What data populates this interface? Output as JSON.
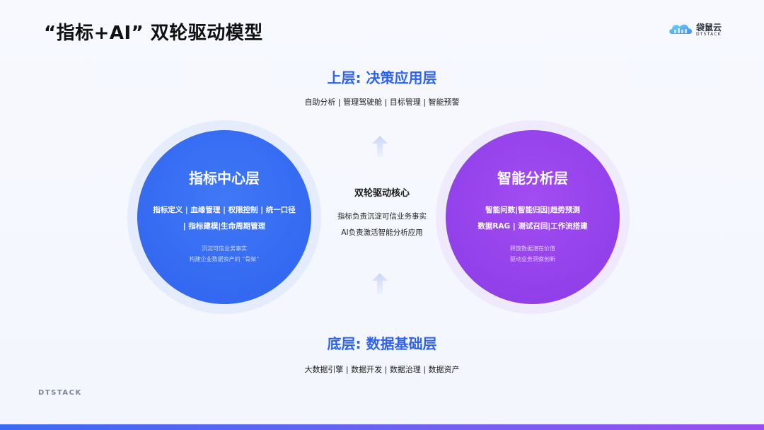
{
  "slide": {
    "title": "“指标+AI” 双轮驱动模型"
  },
  "logo": {
    "cn_text": "袋鼠云",
    "en_text": "DTSTACK",
    "icon": "cloud-icon"
  },
  "top_layer": {
    "title": "上层: 决策应用层",
    "items": "自助分析 | 管理驾驶舱 | 目标管理 | 智能预警"
  },
  "left_circle": {
    "title": "指标中心层",
    "line1": "指标定义 | 血缘管理 | 权限控制 | 统一口径",
    "line2": "| 指标建模|生命周期管理",
    "sub1": "沉淀可信业务事实",
    "sub2": "构建企业数据资产的 “骨架”",
    "color": "#2f62ee"
  },
  "core": {
    "title": "双轮驱动核心",
    "line1": "指标负责沉淀可信业务事实",
    "line2": "AI负责激活智能分析应用"
  },
  "right_circle": {
    "title": "智能分析层",
    "line1": "智能问数|智能归因|趋势预测",
    "line2": "数据RAG | 测试召回|工作流搭建",
    "sub1": "释放数据潜在价值",
    "sub2": "驱动业务洞察创新",
    "color": "#8a3be6"
  },
  "bottom_layer": {
    "title": "底层: 数据基础层",
    "items": "大数据引擎 | 数据开发 | 数据治理 | 数据资产"
  },
  "footer": {
    "logo_text": "DTSTACK"
  },
  "icons": {
    "up_arrow_top": "arrow-up-icon",
    "up_arrow_bottom": "arrow-up-icon"
  },
  "colors": {
    "accent_blue": "#2f62e8",
    "accent_purple": "#8a3be6"
  }
}
